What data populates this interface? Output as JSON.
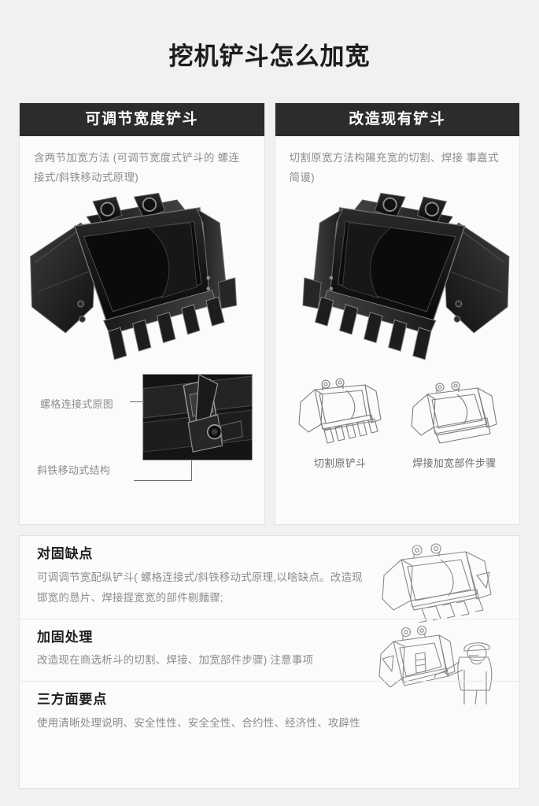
{
  "page": {
    "title": "挖机铲斗怎么加宽",
    "background_color": "#f1f1f0",
    "accent_color": "#2c2c2c"
  },
  "compare": {
    "panels": [
      {
        "header": "可调节宽度铲斗",
        "description": "含两节加宽方法 (可调节宽度式铲斗的 螺连接式/斜铁移动式原理)",
        "hero_icon": "excavator-bucket-3d-left",
        "callouts": [
          {
            "label": "螺格连接式原图",
            "position": "top"
          },
          {
            "label": "斜铁移动式结构",
            "position": "bottom"
          }
        ],
        "detail_photo_icon": "bucket-joint-closeup"
      },
      {
        "header": "改造现有铲斗",
        "description": "切割原宽方法构陽充宽的切割、焊接 事嘉式简谩)",
        "hero_icon": "excavator-bucket-3d-right",
        "lineart": [
          {
            "icon": "bucket-outline-with-teeth",
            "caption": "切割原铲斗"
          },
          {
            "icon": "bucket-outline-plain",
            "caption": "焊接加宽部件步骤"
          }
        ]
      }
    ]
  },
  "notes": {
    "sections": [
      {
        "title": "对固缺点",
        "body": "可调调节宽配纵铲斗( 螺格连接式/斜铁移动式原理,以啥缺点。改造现邯宽的恳片、焊接提宽宽的部件剔麵骤;",
        "illustration": "bucket-outline-drawing"
      },
      {
        "title": "加固处理",
        "body": "改造现在商选析斗的切割、焊接、加宽部件步骤) 注意事项",
        "illustration": "worker-welding-bucket"
      },
      {
        "title": "三方面要点",
        "body": "使用清晰处理说明、安全性性、安全全性、合约性、经济性、攻辟性",
        "illustration": ""
      }
    ]
  }
}
